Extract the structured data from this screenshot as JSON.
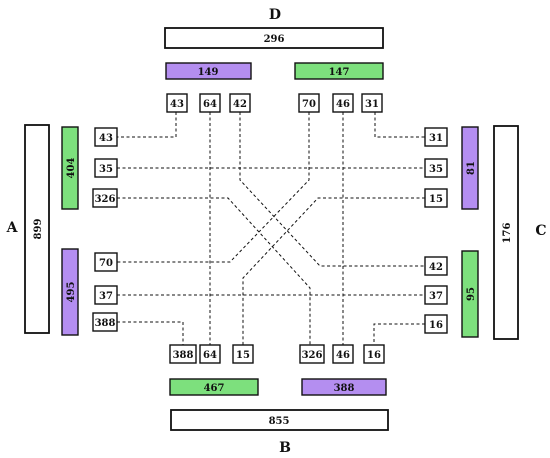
{
  "side_labels": {
    "top": "D",
    "bottom": "B",
    "left": "A",
    "right": "C"
  },
  "top": {
    "total": "296",
    "groups": [
      {
        "value": "149",
        "color": "#b48ef0"
      },
      {
        "value": "147",
        "color": "#7de07d"
      }
    ],
    "ports": [
      "43",
      "64",
      "42",
      "70",
      "46",
      "31"
    ]
  },
  "bottom": {
    "total": "855",
    "groups": [
      {
        "value": "467",
        "color": "#7de07d"
      },
      {
        "value": "388",
        "color": "#b48ef0"
      }
    ],
    "ports": [
      "388",
      "64",
      "15",
      "326",
      "46",
      "16"
    ]
  },
  "left": {
    "total": "899",
    "groups": [
      {
        "value": "404",
        "color": "#7de07d"
      },
      {
        "value": "495",
        "color": "#b48ef0"
      }
    ],
    "ports": [
      "43",
      "35",
      "326",
      "70",
      "37",
      "388"
    ]
  },
  "right": {
    "total": "176",
    "groups": [
      {
        "value": "81",
        "color": "#b48ef0"
      },
      {
        "value": "95",
        "color": "#7de07d"
      }
    ],
    "ports": [
      "31",
      "35",
      "15",
      "42",
      "37",
      "16"
    ]
  },
  "connections": [
    {
      "from": "top-43",
      "to": "left-43"
    },
    {
      "from": "top-64",
      "to": "bottom-64"
    },
    {
      "from": "top-42",
      "to": "right-42"
    },
    {
      "from": "top-70",
      "to": "left-70"
    },
    {
      "from": "top-46",
      "to": "bottom-46"
    },
    {
      "from": "top-31",
      "to": "right-31"
    },
    {
      "from": "left-35",
      "to": "right-35"
    },
    {
      "from": "left-326",
      "to": "bottom-326"
    },
    {
      "from": "left-37",
      "to": "right-37"
    },
    {
      "from": "left-388",
      "to": "bottom-388"
    },
    {
      "from": "right-15",
      "to": "bottom-15"
    },
    {
      "from": "right-16",
      "to": "bottom-16"
    }
  ]
}
